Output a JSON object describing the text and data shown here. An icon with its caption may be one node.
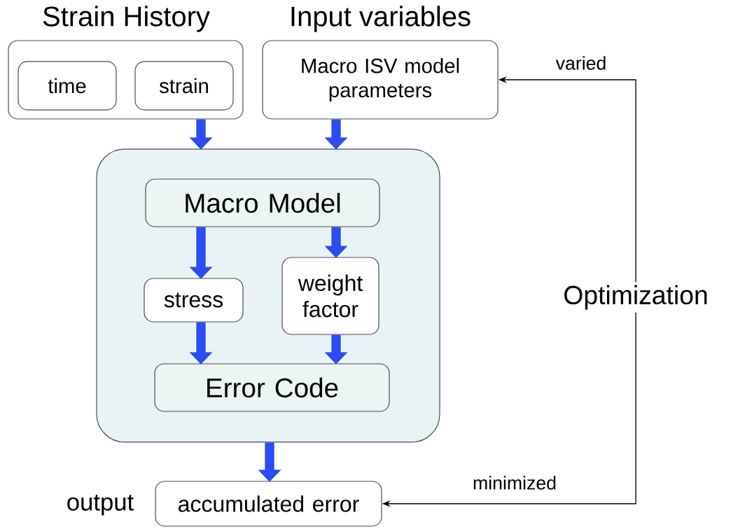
{
  "diagram": {
    "nodes": [
      {
        "text": [
          "Strain History"
        ]
      },
      {
        "text": [
          "time"
        ],
        "in": 0
      },
      {
        "text": [
          "strain"
        ],
        "in": 0
      },
      {
        "text": [
          "Input variables",
          "Macro ISV model parameters"
        ]
      },
      {
        "text": [],
        "shape": "box"
      },
      {
        "text": [
          "Macro Model"
        ],
        "in": 4
      },
      {
        "text": [
          "stress"
        ],
        "in": 4
      },
      {
        "text": [
          "weight factor"
        ],
        "in": 4
      },
      {
        "text": [
          "Error Code"
        ],
        "in": 4
      },
      {
        "text": [
          "accumulated error"
        ],
        "beside": [
          "output"
        ]
      },
      {
        "text": [
          "Optimization"
        ]
      }
    ],
    "edges": [
      {
        "from": 0,
        "to": 4,
        "arrow": "to"
      },
      {
        "from": 3,
        "to": 4,
        "arrow": "to"
      },
      {
        "from": 5,
        "to": 6,
        "arrow": "to"
      },
      {
        "from": 5,
        "to": 7,
        "arrow": "to"
      },
      {
        "from": 6,
        "to": 8,
        "arrow": "to"
      },
      {
        "from": 7,
        "to": 8,
        "arrow": "to"
      },
      {
        "from": 4,
        "to": 9,
        "arrow": "to"
      },
      {
        "from": 10,
        "to": 3,
        "arrow": "to",
        "label": "varied",
        "color": "#000000"
      },
      {
        "from": 10,
        "to": 9,
        "arrow": "to",
        "label": "minimized",
        "color": "#000000"
      }
    ]
  }
}
